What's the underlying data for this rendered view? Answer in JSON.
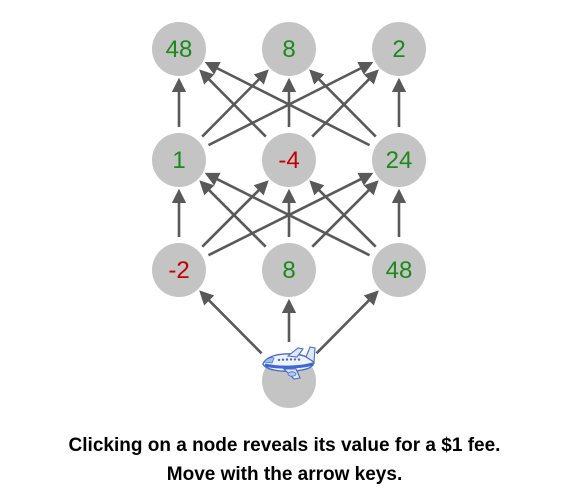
{
  "colors": {
    "node_fill": "#c4c4c4",
    "arrow": "#595959",
    "positive_value": "#1a8a1a",
    "negative_value": "#c40000",
    "text": "#000000"
  },
  "nodes": [
    {
      "id": "r3c1",
      "value": "48",
      "sign": "positive"
    },
    {
      "id": "r3c2",
      "value": "8",
      "sign": "positive"
    },
    {
      "id": "r3c3",
      "value": "2",
      "sign": "positive"
    },
    {
      "id": "r2c1",
      "value": "1",
      "sign": "positive"
    },
    {
      "id": "r2c2",
      "value": "-4",
      "sign": "negative"
    },
    {
      "id": "r2c3",
      "value": "24",
      "sign": "positive"
    },
    {
      "id": "r1c1",
      "value": "-2",
      "sign": "negative"
    },
    {
      "id": "r1c2",
      "value": "8",
      "sign": "positive"
    },
    {
      "id": "r1c3",
      "value": "48",
      "sign": "positive"
    },
    {
      "id": "start",
      "value": "",
      "sign": "none"
    }
  ],
  "edges": [
    [
      "start",
      "r1c1"
    ],
    [
      "start",
      "r1c2"
    ],
    [
      "start",
      "r1c3"
    ],
    [
      "r1c1",
      "r2c1"
    ],
    [
      "r1c1",
      "r2c2"
    ],
    [
      "r1c1",
      "r2c3"
    ],
    [
      "r1c2",
      "r2c1"
    ],
    [
      "r1c2",
      "r2c2"
    ],
    [
      "r1c2",
      "r2c3"
    ],
    [
      "r1c3",
      "r2c1"
    ],
    [
      "r1c3",
      "r2c2"
    ],
    [
      "r1c3",
      "r2c3"
    ],
    [
      "r2c1",
      "r3c1"
    ],
    [
      "r2c1",
      "r3c2"
    ],
    [
      "r2c1",
      "r3c3"
    ],
    [
      "r2c2",
      "r3c1"
    ],
    [
      "r2c2",
      "r3c2"
    ],
    [
      "r2c2",
      "r3c3"
    ],
    [
      "r2c3",
      "r3c1"
    ],
    [
      "r2c3",
      "r3c2"
    ],
    [
      "r2c3",
      "r3c3"
    ]
  ],
  "player": {
    "at": "start",
    "icon": "airplane-icon"
  },
  "instructions": {
    "line1": "Clicking on a node reveals its value for a $1 fee.",
    "line2": "Move with the arrow keys."
  }
}
